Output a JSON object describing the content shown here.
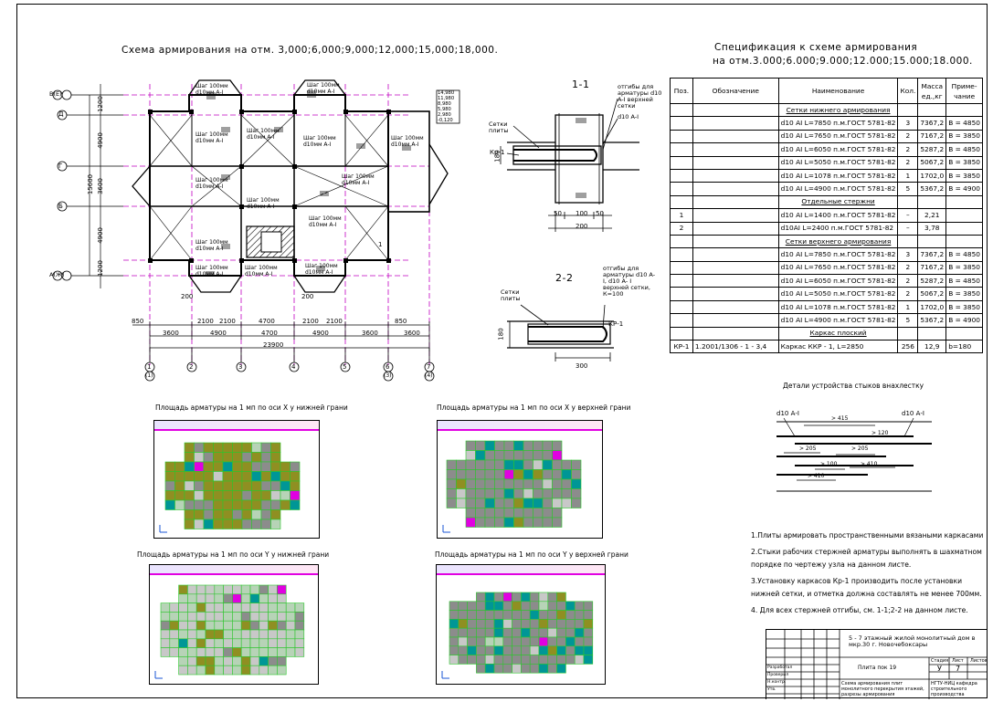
{
  "plan": {
    "title": "Схема армирования на отм. 3,000;6,000;9,000;12,000;15,000;18,000.",
    "axes_letters": [
      "В(Е)",
      "Д",
      "Г",
      "Б",
      "А(Ж)"
    ],
    "axes_numbers": [
      "1",
      "2",
      "3",
      "4",
      "5",
      "6",
      "7"
    ],
    "axes_numbers_bottom": [
      "(1)",
      "(3)",
      "(4)"
    ],
    "dims_top_row": [
      "850",
      "2100",
      "2100",
      "4700",
      "2100",
      "2100",
      "850"
    ],
    "dims_mid_row": [
      "3600",
      "4900",
      "4700",
      "4900",
      "3600",
      "3600"
    ],
    "dim_total": "23900",
    "dims_left": [
      "1200",
      "4900",
      "15600",
      "3600",
      "4900",
      "1200"
    ],
    "mesh_label_a": "Шаг 100мм",
    "mesh_label_b": "d10мм А-I",
    "mesh_label_c": "d10мм А-I",
    "tag_left": "200",
    "tag_right": "200",
    "small_leader": "1"
  },
  "sec11": {
    "title": "1-1",
    "note": "отгибы для арматуры d10 A-I верхней сетки",
    "note2": "d10 A-I",
    "lbl_setki": "Сетки плиты",
    "lbl_kr": "Кр-1",
    "dim_a": "50",
    "dim_b": "100",
    "dim_c": "50",
    "dim_total": "200",
    "dim_h": "180",
    "elev": [
      "14,980",
      "11,980",
      "8,980",
      "5,980",
      "2,980",
      "-0,120"
    ]
  },
  "sec22": {
    "title": "2-2",
    "note": "отгибы для арматуры d10 A-I, d10 A- I верхней сетки, К=100",
    "lbl_setki": "Сетки плиты",
    "lbl_kr": "КР-1",
    "dim_w": "300",
    "dim_h": "180"
  },
  "spec": {
    "title_line1": "Спецификация к схеме армирования",
    "title_line2": "на отм.3.000;6.000;9.000;12.000;15.000;18.000.",
    "headers": [
      "Поз.",
      "Обозначение",
      "Наименование",
      "Кол.",
      "Масса ед.,кг",
      "Приме- чание"
    ],
    "sections": [
      {
        "title": "Сетки нижнего армирования",
        "rows": [
          [
            "",
            "",
            "d10 AI L=7850  п.м.ГОСТ 5781-82",
            "3",
            "7367,2",
            "В = 4850"
          ],
          [
            "",
            "",
            "d10 AI L=7650  п.м.ГОСТ 5781-82",
            "2",
            "7167,2",
            "В = 3850"
          ],
          [
            "",
            "",
            "d10 AI L=6050  п.м.ГОСТ 5781-82",
            "2",
            "5287,2",
            "В = 4850"
          ],
          [
            "",
            "",
            "d10 AI L=5050  п.м.ГОСТ 5781-82",
            "2",
            "5067,2",
            "В = 3850"
          ],
          [
            "",
            "",
            "d10 AI L=1078  п.м.ГОСТ 5781-82",
            "1",
            "1702,0",
            "В = 3850"
          ],
          [
            "",
            "",
            "d10 AI L=4900  п.м.ГОСТ 5781-82",
            "5",
            "5367,2",
            "В = 4900"
          ]
        ]
      },
      {
        "title": "Отдельные стержни",
        "rows": [
          [
            "1",
            "",
            "d10 AI L=1400  п.м.ГОСТ 5781-82",
            "–",
            "2,21",
            ""
          ],
          [
            "2",
            "",
            "d10AI L=2400  п.м.ГОСТ 5781-82",
            "–",
            "3,78",
            ""
          ]
        ]
      },
      {
        "title": "Сетки верхнего армирования",
        "rows": [
          [
            "",
            "",
            "d10 AI L=7850  п.м.ГОСТ 5781-82",
            "3",
            "7367,2",
            "В = 4850"
          ],
          [
            "",
            "",
            "d10 AI L=7650  п.м.ГОСТ 5781-82",
            "2",
            "7167,2",
            "В = 3850"
          ],
          [
            "",
            "",
            "d10 AI L=6050  п.м.ГОСТ 5781-82",
            "2",
            "5287,2",
            "В = 4850"
          ],
          [
            "",
            "",
            "d10 AI L=5050  п.м.ГОСТ 5781-82",
            "2",
            "5067,2",
            "В = 3850"
          ],
          [
            "",
            "",
            "d10 AI L=1078  п.м.ГОСТ 5781-82",
            "1",
            "1702,0",
            "В = 3850"
          ],
          [
            "",
            "",
            "d10 AI L=4900  п.м.ГОСТ 5781-82",
            "5",
            "5367,2",
            "В = 4900"
          ]
        ]
      },
      {
        "title": "Каркас плоский",
        "rows": [
          [
            "КР-1",
            "1.2001/1306 - 1 - 3,4",
            "Каркас ККР - 1, L=2850",
            "256",
            "12,9",
            "b=180"
          ]
        ]
      }
    ]
  },
  "panels": [
    {
      "title": "Площадь арматуры на 1 мп по оси X у нижней грани"
    },
    {
      "title": "Площадь арматуры на 1 мп по оси X у верхней грани"
    },
    {
      "title": "Площадь арматуры на 1 мп по оси Y у нижней грани"
    },
    {
      "title": "Площадь арматуры на 1 мп по оси Y у верхней грани"
    }
  ],
  "joint": {
    "title": "Детали устройства стыков внахлестку",
    "left_label": "d10 А-I",
    "right_label": "d10 А-I",
    "dims": [
      "> 415",
      "> 120",
      "> 205",
      "> 205",
      "> 100",
      "> 410",
      "> 410"
    ]
  },
  "notes": [
    "1.Плиты армировать пространственными вязаными каркасами",
    "2.Стыки рабочих стержней арматуры выполнять в шахматном порядке по чертежу узла на данном листе.",
    "3.Установку каркасов Кр-1 производить после установки нижней сетки, и отметка должна составлять не менее 700мм.",
    "4. Для всех стержней отгибы, см. 1-1;2-2 на данном листе."
  ],
  "stamp": {
    "project": "5 - 7 этажный жилой монолитный дом в мкр.30 г. Новочебоксары",
    "sheet_name": "Плита пок 19",
    "stage": "У",
    "sheet": "7",
    "drawing": "Схема армирования плит монолитного перекрытия этажей, разрезы армирования",
    "org": "НГТУ-НИЦ кафедра строительного производства",
    "col_labels": [
      "Стадия",
      "Лист",
      "Листов"
    ],
    "row_labels": [
      "Разработал",
      "Проверил",
      "Н.контр.",
      "Утв."
    ]
  },
  "colors": {
    "olive": "#8f8f22",
    "gray": "#8c8c8c",
    "light": "#c8c8c8",
    "lightgreen": "#b7d3b7",
    "teal": "#009696",
    "magenta": "#e100e1",
    "grid": "#2cc62c",
    "axis_dash": "#c000c0"
  }
}
